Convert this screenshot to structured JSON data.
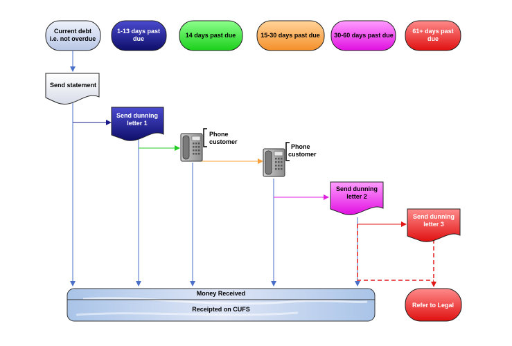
{
  "stages": [
    {
      "lines": [
        "Current debt",
        "i.e. not overdue"
      ],
      "color": "#c8d4ea",
      "text": "dark"
    },
    {
      "lines": [
        "1-13 days past",
        "due"
      ],
      "color": "#1a1a8a",
      "text": "light"
    },
    {
      "lines": [
        "14 days past due"
      ],
      "color": "#22ee22",
      "text": "dark"
    },
    {
      "lines": [
        "15-30 days past due"
      ],
      "color": "#f7a03a",
      "text": "dark"
    },
    {
      "lines": [
        "30-60 days past due"
      ],
      "color": "#f020f0",
      "text": "dark"
    },
    {
      "lines": [
        "61+ days past",
        "due"
      ],
      "color": "#ee1c1c",
      "text": "light"
    }
  ],
  "actions": {
    "send_statement": "Send statement",
    "dunning_1": [
      "Send dunning",
      "letter 1"
    ],
    "phone_1": [
      "Phone",
      "customer"
    ],
    "phone_2": [
      "Phone",
      "customer"
    ],
    "dunning_2": [
      "Send dunning",
      "letter 2"
    ],
    "dunning_3": [
      "Send dunning",
      "letter 3"
    ]
  },
  "bar": {
    "money_received": "Money Received",
    "receipted": "Receipted on CUFS"
  },
  "legal": "Refer to Legal",
  "colors": {
    "blue_flow": "#4a6fc8",
    "navy_flow": "#1a1a8a",
    "green_flow": "#22cc22",
    "orange_flow": "#f7a03a",
    "magenta_flow": "#e020e0",
    "red_flow": "#e01818",
    "bar_fill": "#b8d0ec"
  }
}
